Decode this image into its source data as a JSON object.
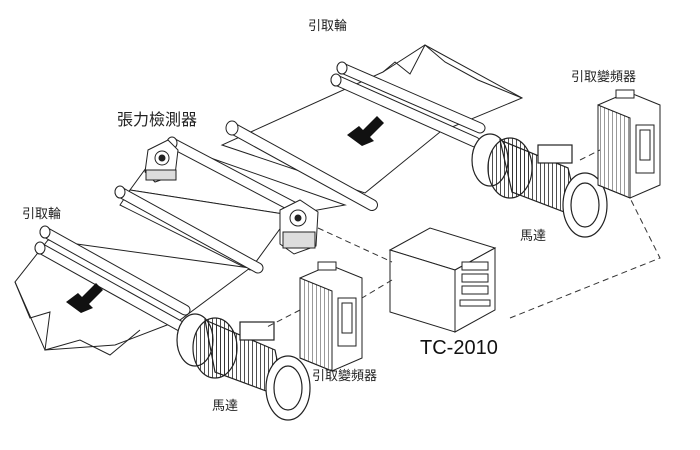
{
  "labels": {
    "pull_roller_top": "引取輪",
    "pull_roller_left": "引取輪",
    "tension_detector": "張力檢測器",
    "inverter_top": "引取變頻器",
    "inverter_bottom": "引取變頻器",
    "motor_right": "馬達",
    "motor_bottom": "馬達",
    "controller_model": "TC-2010"
  },
  "colors": {
    "line": "#222222",
    "web": "#ffffff",
    "arrow": "#111111",
    "dashed": "#333333"
  },
  "icons": {
    "web_direction": "arrow-down-left-icon"
  }
}
